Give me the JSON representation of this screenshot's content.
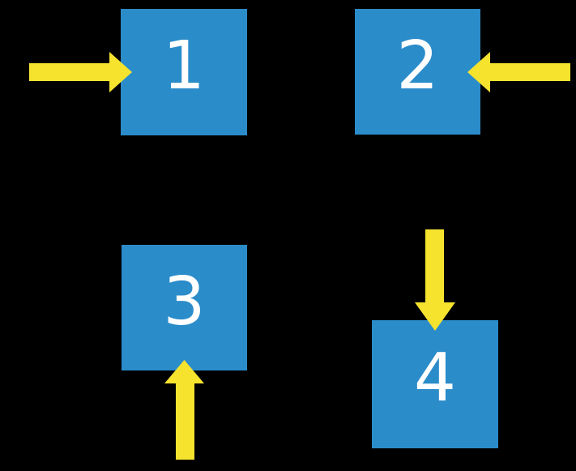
{
  "diagram": {
    "type": "numbered-boxes-with-arrows",
    "background_color": "#000000",
    "box_fill_color": "#2B8CCA",
    "arrow_fill_color": "#F5E32E",
    "label_text_color": "#FFFFFF",
    "boxes": [
      {
        "label": "1",
        "position": "top-left",
        "arrow_direction": "right",
        "arrow_enters_from": "left"
      },
      {
        "label": "2",
        "position": "top-right",
        "arrow_direction": "left",
        "arrow_enters_from": "right"
      },
      {
        "label": "3",
        "position": "bottom-left",
        "arrow_direction": "up",
        "arrow_enters_from": "bottom"
      },
      {
        "label": "4",
        "position": "bottom-right",
        "arrow_direction": "down",
        "arrow_enters_from": "top"
      }
    ]
  }
}
